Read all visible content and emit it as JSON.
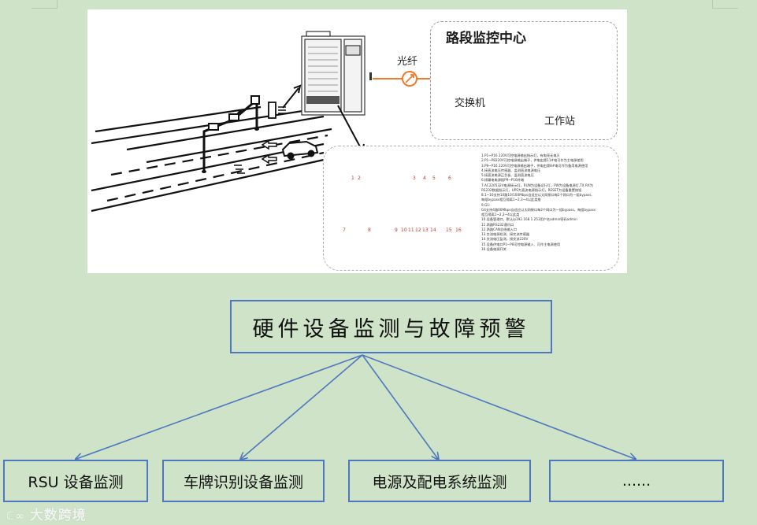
{
  "figure": {
    "center_title": "路段监控中心",
    "fiber_label": "光纤",
    "switch_label": "交换机",
    "workstation_label": "工作站",
    "panel_top_numbers": [
      "1",
      "2",
      "3",
      "4",
      "5",
      "6"
    ],
    "panel_bottom_numbers": [
      "7",
      "8",
      "9",
      "10",
      "11",
      "12",
      "13",
      "14",
      "15",
      "16"
    ],
    "spec_notes": [
      "1.P1~P16 220V可控电源输出指示灯，有电亮无电灭",
      "2.P1~P8220V可控电源输出端子，供电由第11#电可作为主电源使用",
      "3.P9~P16 220V可控电源输出端子，供电由第8#电可作为备用电源使用",
      "4.接直流电压传感器、监测直流电源电压",
      "5.接直流电源正负极、监测直流电压",
      "6.接漏电电源插P9~P16终端",
      "7.AC220532V电源接示灯，RUN为设备运行灯，PW为设备电源灯,TX RX为",
      "RS232数据指示灯，UPS为直流电源指示灯，RESET为设备重置按钮",
      "8.1~16支持10路10/100Mbps自适应以太网接口每2个网口为一组bypass,",
      "每组bypass相互隔离1~2,3~4以此类推",
      "9.G1:",
      "G4支持4路00Mbps自适应以太网接口每2个网口为一组bypass，每组bypass",
      "相互隔离1~2,3~4以此类",
      "10.设备管理口，默认ip192.168.1.253用户名admin密码admin",
      "11.两路RS232通讯口",
      "12.两路CAN总线输入口",
      "13.交流电源检测、接交流传感器",
      "14.交流电压监测，接交流220V",
      "15.设备供电口P1~P8可控电源输入、可作主电源使用",
      "16.设备电源开关"
    ]
  },
  "tree": {
    "root": "硬件设备监测与故障预警",
    "children": [
      "RSU 设备监测",
      "车牌识别设备监测",
      "电源及配电系统监测",
      "......"
    ]
  },
  "watermark": "大数跨境",
  "colors": {
    "background": "#cfe3c8",
    "box_border": "#4d78c0",
    "arrow": "#4d78c0",
    "fiber_accent": "#f07a2a"
  }
}
